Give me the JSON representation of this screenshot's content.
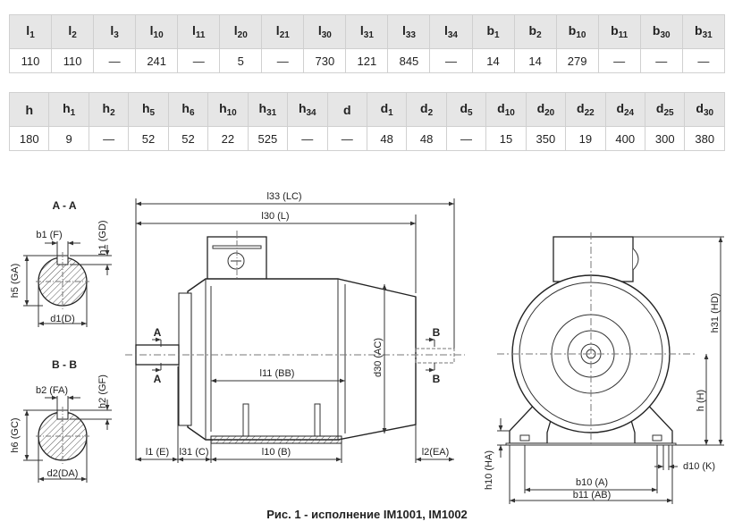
{
  "table1": {
    "headers": [
      {
        "sym": "l",
        "sub": "1"
      },
      {
        "sym": "l",
        "sub": "2"
      },
      {
        "sym": "l",
        "sub": "3"
      },
      {
        "sym": "l",
        "sub": "10"
      },
      {
        "sym": "l",
        "sub": "11"
      },
      {
        "sym": "l",
        "sub": "20"
      },
      {
        "sym": "l",
        "sub": "21"
      },
      {
        "sym": "l",
        "sub": "30"
      },
      {
        "sym": "l",
        "sub": "31"
      },
      {
        "sym": "l",
        "sub": "33"
      },
      {
        "sym": "l",
        "sub": "34"
      },
      {
        "sym": "b",
        "sub": "1"
      },
      {
        "sym": "b",
        "sub": "2"
      },
      {
        "sym": "b",
        "sub": "10"
      },
      {
        "sym": "b",
        "sub": "11"
      },
      {
        "sym": "b",
        "sub": "30"
      },
      {
        "sym": "b",
        "sub": "31"
      }
    ],
    "values": [
      "110",
      "110",
      "—",
      "241",
      "—",
      "5",
      "—",
      "730",
      "121",
      "845",
      "—",
      "14",
      "14",
      "279",
      "—",
      "—",
      "—"
    ]
  },
  "table2": {
    "headers": [
      {
        "sym": "h",
        "sub": ""
      },
      {
        "sym": "h",
        "sub": "1"
      },
      {
        "sym": "h",
        "sub": "2"
      },
      {
        "sym": "h",
        "sub": "5"
      },
      {
        "sym": "h",
        "sub": "6"
      },
      {
        "sym": "h",
        "sub": "10"
      },
      {
        "sym": "h",
        "sub": "31"
      },
      {
        "sym": "h",
        "sub": "34"
      },
      {
        "sym": "d",
        "sub": ""
      },
      {
        "sym": "d",
        "sub": "1"
      },
      {
        "sym": "d",
        "sub": "2"
      },
      {
        "sym": "d",
        "sub": "5"
      },
      {
        "sym": "d",
        "sub": "10"
      },
      {
        "sym": "d",
        "sub": "20"
      },
      {
        "sym": "d",
        "sub": "22"
      },
      {
        "sym": "d",
        "sub": "24"
      },
      {
        "sym": "d",
        "sub": "25"
      },
      {
        "sym": "d",
        "sub": "30"
      }
    ],
    "values": [
      "180",
      "9",
      "—",
      "52",
      "52",
      "22",
      "525",
      "—",
      "—",
      "48",
      "48",
      "—",
      "15",
      "350",
      "19",
      "400",
      "300",
      "380"
    ]
  },
  "drawing": {
    "section_aa": "A - A",
    "section_bb": "B - B",
    "b1": "b1 (F)",
    "h1": "h1 (GD)",
    "h5": "h5 (GA)",
    "d1": "d1(D)",
    "b2": "b2 (FA)",
    "h2": "h2 (GF)",
    "h6": "h6 (GC)",
    "d2": "d2(DA)",
    "l33": "l33 (LC)",
    "l30": "l30 (L)",
    "l11": "l11 (BB)",
    "l1": "l1 (E)",
    "l31": "l31 (C)",
    "l10": "l10 (B)",
    "l2": "l2(EA)",
    "d30": "d30 (AC)",
    "arrow_a": "A",
    "arrow_b": "B",
    "h31": "h31 (HD)",
    "h": "h (H)",
    "h10": "h10 (HA)",
    "b10": "b10 (A)",
    "b11": "b11 (AB)",
    "d10": "d10 (K)"
  },
  "caption": "Рис. 1 - исполнение IM1001, IM1002"
}
